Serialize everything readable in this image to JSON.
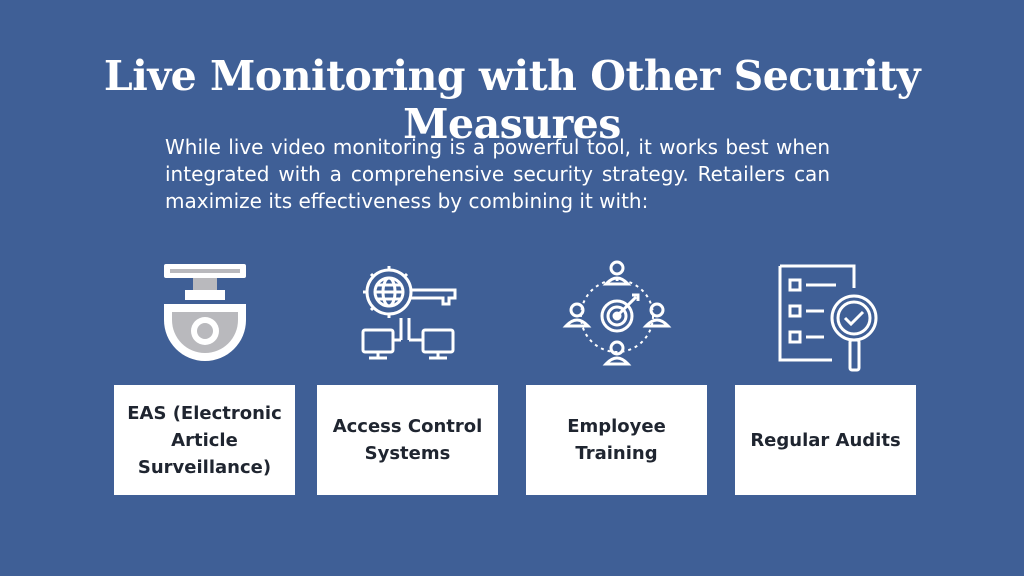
{
  "title": "Live Monitoring with Other Security Measures",
  "intro": "While live video monitoring is a powerful tool, it works best when integrated with a comprehensive security strategy. Retailers can maximize its effectiveness by combining it with:",
  "items": [
    {
      "label": "EAS (Electronic Article Surveillance)",
      "icon": "security-camera-icon"
    },
    {
      "label": "Access Control Systems",
      "icon": "access-control-icon"
    },
    {
      "label": "Employee Training",
      "icon": "team-target-icon"
    },
    {
      "label": "Regular Audits",
      "icon": "audit-checklist-icon"
    }
  ],
  "colors": {
    "background": "#3f5f96",
    "card": "#ffffff",
    "card_text": "#1f2530",
    "camera_gray": "#b9b9bd"
  }
}
